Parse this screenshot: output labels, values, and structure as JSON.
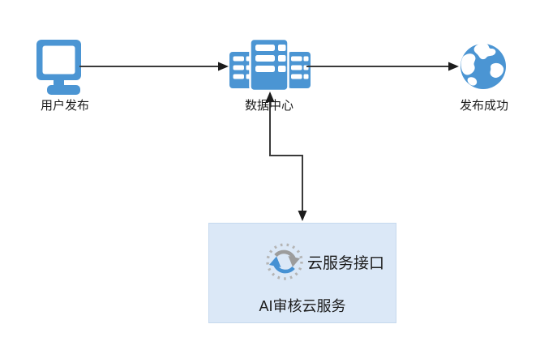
{
  "diagram": {
    "type": "flow-diagram",
    "nodes": {
      "user_publish": {
        "label": "用户发布",
        "icon": "monitor-icon"
      },
      "data_center": {
        "label": "数据中心",
        "icon": "server-icon"
      },
      "publish_success": {
        "label": "发布成功",
        "icon": "globe-icon"
      },
      "ai_review_service": {
        "label": "AI审核云服务",
        "interface_label": "云服务接口",
        "icon": "sync-cloud-icon"
      }
    },
    "edges": [
      {
        "from": "user_publish",
        "to": "data_center",
        "direction": "forward"
      },
      {
        "from": "data_center",
        "to": "publish_success",
        "direction": "forward"
      },
      {
        "from": "data_center",
        "to": "ai_review_service",
        "direction": "bidirectional"
      }
    ]
  },
  "colors": {
    "icon_blue": "#4b95d3",
    "box_fill": "#dbe8f7",
    "box_border": "#c6d9ee",
    "line": "#3a3a3a",
    "arrowhead": "#1c1c1c",
    "text": "#1c1c1c",
    "sync_gray": "#9c9c9c",
    "sync_blue": "#4691d3",
    "dotted_ring_gray": "#b4b4b4"
  }
}
